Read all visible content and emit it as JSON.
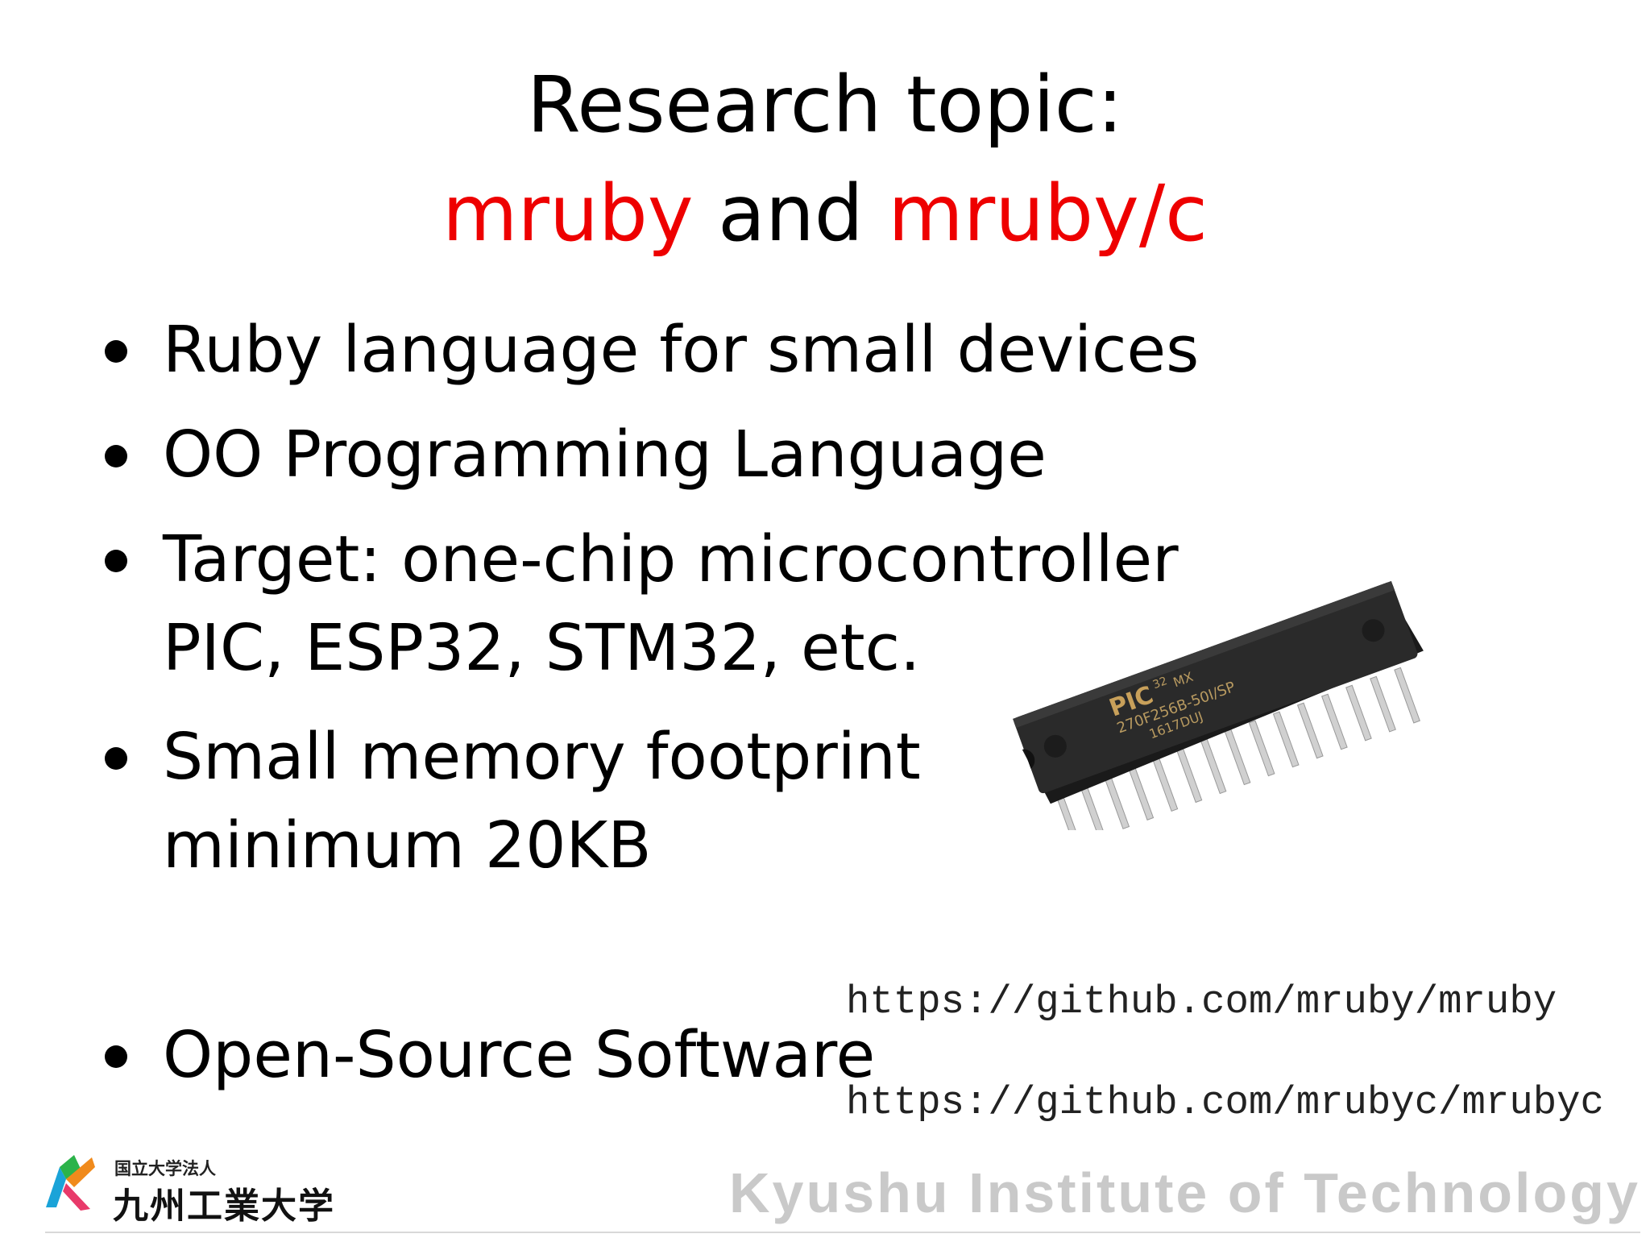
{
  "title": {
    "line1": "Research topic:",
    "mruby": "mruby",
    "and": " and ",
    "mrubyc": "mruby/c"
  },
  "bullets": [
    {
      "text": "Ruby language for small devices"
    },
    {
      "text": "OO Programming Language"
    },
    {
      "text": "Target: one-chip microcontroller",
      "sub": "PIC, ESP32, STM32, etc."
    },
    {
      "text": "Small memory footprint",
      "sub": "minimum 20KB"
    },
    {
      "text": "Open-Source Software"
    }
  ],
  "links": {
    "mruby": "https://github.com/mruby/mruby",
    "mrubyc": "https://github.com/mrubyc/mrubyc"
  },
  "chip": {
    "brand": "PIC",
    "superscript": "32",
    "suffix": "MX",
    "part": "270F256B-50I/SP",
    "lot": "1617DUJ",
    "icon": "microcontroller-chip-photo"
  },
  "footer": {
    "jp_small": "国立大学法人",
    "jp_big": "九州工業大学",
    "english": "Kyushu Institute of Technology"
  },
  "colors": {
    "accent_red": "#ee0000",
    "footer_gray": "#c9c9c9"
  }
}
